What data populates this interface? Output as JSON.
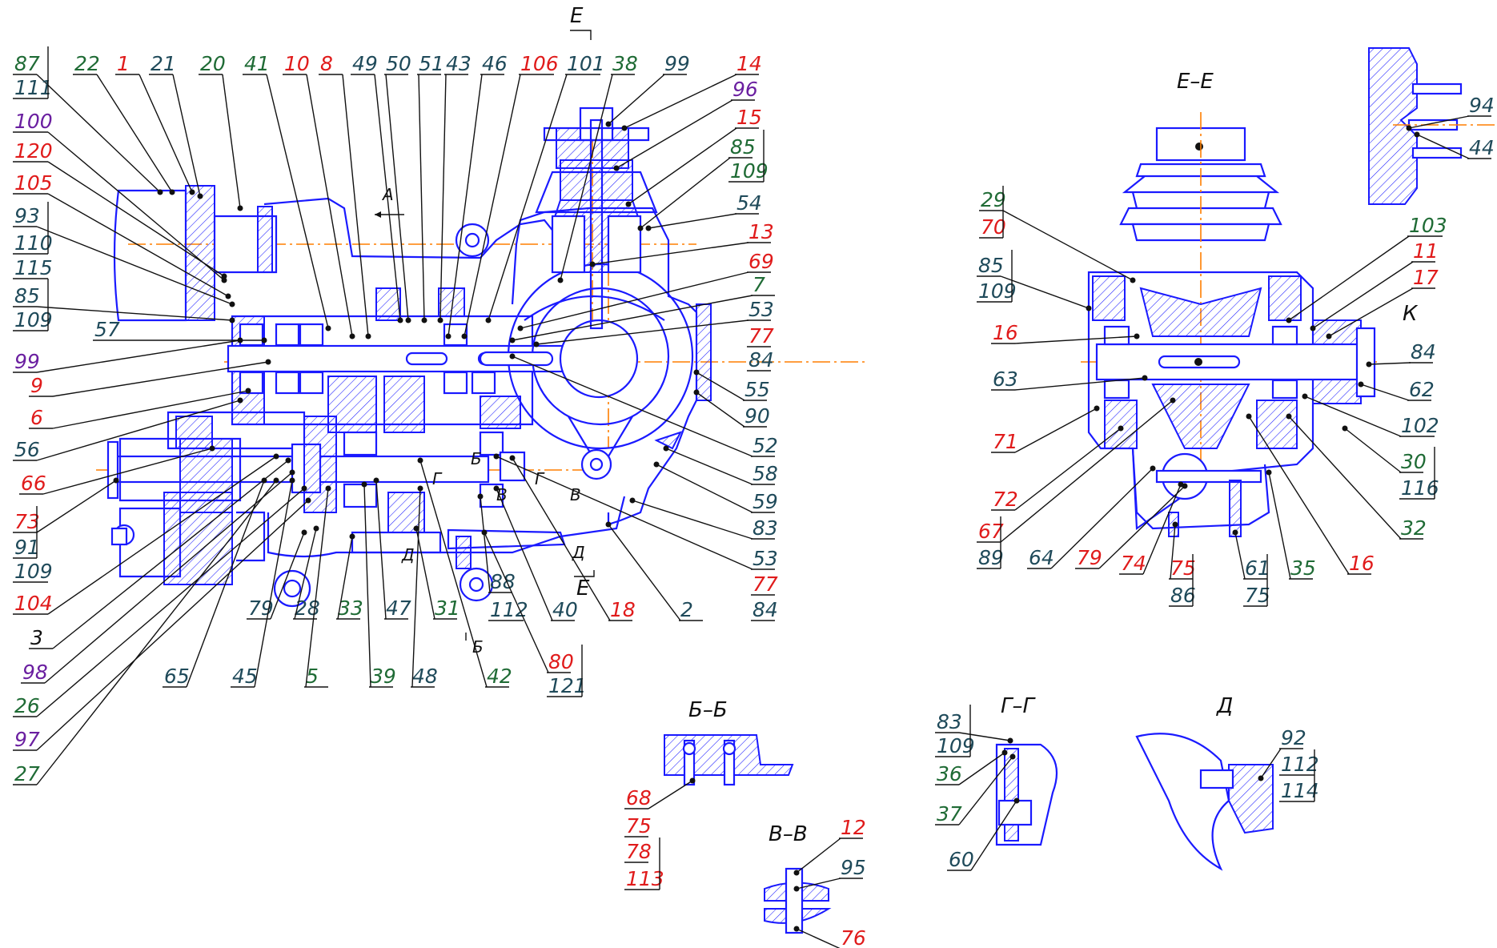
{
  "colors": {
    "outline": "#1a1aff",
    "axis": "#ff7f00",
    "leader": "#111111",
    "green": "#1f6b35",
    "red": "#e01b1b",
    "purple": "#6a1fa0",
    "dark": "#1f4a5a",
    "black": "#111111"
  },
  "section_titles": {
    "e_e": "Е–Е",
    "b_b": "Б–Б",
    "v_v": "В–В",
    "g_g": "Г–Г",
    "d": "Д",
    "k": "К"
  },
  "view_markers": {
    "arrow_a": "А",
    "e_top": "Е",
    "e_bottom": "Е",
    "b_top": "Б",
    "b_bottom": "Б",
    "g_left": "Г",
    "g_right": "Г",
    "v_left": "В",
    "v_right": "В",
    "d_left": "Д",
    "d_right": "Д"
  },
  "callouts": [
    {
      "id": "87",
      "text": "87",
      "color": "green"
    },
    {
      "id": "111",
      "text": "111",
      "color": "dark"
    },
    {
      "id": "22",
      "text": "22",
      "color": "green"
    },
    {
      "id": "1",
      "text": "1",
      "color": "red"
    },
    {
      "id": "21",
      "text": "21",
      "color": "dark"
    },
    {
      "id": "20",
      "text": "20",
      "color": "green"
    },
    {
      "id": "41",
      "text": "41",
      "color": "green"
    },
    {
      "id": "10",
      "text": "10",
      "color": "red"
    },
    {
      "id": "8",
      "text": "8",
      "color": "red"
    },
    {
      "id": "49",
      "text": "49",
      "color": "dark"
    },
    {
      "id": "50",
      "text": "50",
      "color": "dark"
    },
    {
      "id": "51",
      "text": "51",
      "color": "dark"
    },
    {
      "id": "43",
      "text": "43",
      "color": "dark"
    },
    {
      "id": "46",
      "text": "46",
      "color": "dark"
    },
    {
      "id": "106",
      "text": "106",
      "color": "red"
    },
    {
      "id": "101",
      "text": "101",
      "color": "dark"
    },
    {
      "id": "38",
      "text": "38",
      "color": "green"
    },
    {
      "id": "99a",
      "text": "99",
      "color": "dark"
    },
    {
      "id": "14",
      "text": "14",
      "color": "red"
    },
    {
      "id": "96",
      "text": "96",
      "color": "purple"
    },
    {
      "id": "15",
      "text": "15",
      "color": "red"
    },
    {
      "id": "85a",
      "text": "85",
      "color": "green"
    },
    {
      "id": "109a",
      "text": "109",
      "color": "green"
    },
    {
      "id": "54",
      "text": "54",
      "color": "dark"
    },
    {
      "id": "13",
      "text": "13",
      "color": "red"
    },
    {
      "id": "69",
      "text": "69",
      "color": "red"
    },
    {
      "id": "7",
      "text": "7",
      "color": "green"
    },
    {
      "id": "53a",
      "text": "53",
      "color": "dark"
    },
    {
      "id": "77a",
      "text": "77",
      "color": "red"
    },
    {
      "id": "84a",
      "text": "84",
      "color": "dark"
    },
    {
      "id": "55",
      "text": "55",
      "color": "dark"
    },
    {
      "id": "90",
      "text": "90",
      "color": "dark"
    },
    {
      "id": "52",
      "text": "52",
      "color": "dark"
    },
    {
      "id": "58",
      "text": "58",
      "color": "dark"
    },
    {
      "id": "59",
      "text": "59",
      "color": "dark"
    },
    {
      "id": "83a",
      "text": "83",
      "color": "dark"
    },
    {
      "id": "53b",
      "text": "53",
      "color": "dark"
    },
    {
      "id": "77b",
      "text": "77",
      "color": "red"
    },
    {
      "id": "84b",
      "text": "84",
      "color": "dark"
    },
    {
      "id": "2",
      "text": "2",
      "color": "dark"
    },
    {
      "id": "18",
      "text": "18",
      "color": "red"
    },
    {
      "id": "40",
      "text": "40",
      "color": "dark"
    },
    {
      "id": "112a",
      "text": "112",
      "color": "dark"
    },
    {
      "id": "88",
      "text": "88",
      "color": "dark"
    },
    {
      "id": "80",
      "text": "80",
      "color": "red"
    },
    {
      "id": "121",
      "text": "121",
      "color": "dark"
    },
    {
      "id": "42",
      "text": "42",
      "color": "green"
    },
    {
      "id": "48",
      "text": "48",
      "color": "dark"
    },
    {
      "id": "39",
      "text": "39",
      "color": "green"
    },
    {
      "id": "31",
      "text": "31",
      "color": "green"
    },
    {
      "id": "47",
      "text": "47",
      "color": "dark"
    },
    {
      "id": "33",
      "text": "33",
      "color": "green"
    },
    {
      "id": "28",
      "text": "28",
      "color": "dark"
    },
    {
      "id": "79a",
      "text": "79",
      "color": "dark"
    },
    {
      "id": "5",
      "text": "5",
      "color": "green"
    },
    {
      "id": "45",
      "text": "45",
      "color": "dark"
    },
    {
      "id": "65",
      "text": "65",
      "color": "dark"
    },
    {
      "id": "100",
      "text": "100",
      "color": "purple"
    },
    {
      "id": "120",
      "text": "120",
      "color": "red"
    },
    {
      "id": "105",
      "text": "105",
      "color": "red"
    },
    {
      "id": "93",
      "text": "93",
      "color": "dark"
    },
    {
      "id": "110",
      "text": "110",
      "color": "dark"
    },
    {
      "id": "115",
      "text": "115",
      "color": "dark"
    },
    {
      "id": "85b",
      "text": "85",
      "color": "dark"
    },
    {
      "id": "109b",
      "text": "109",
      "color": "dark"
    },
    {
      "id": "57",
      "text": "57",
      "color": "dark"
    },
    {
      "id": "99b",
      "text": "99",
      "color": "purple"
    },
    {
      "id": "9",
      "text": "9",
      "color": "red"
    },
    {
      "id": "6",
      "text": "6",
      "color": "red"
    },
    {
      "id": "56",
      "text": "56",
      "color": "dark"
    },
    {
      "id": "66",
      "text": "66",
      "color": "red"
    },
    {
      "id": "73",
      "text": "73",
      "color": "red"
    },
    {
      "id": "91",
      "text": "91",
      "color": "dark"
    },
    {
      "id": "109c",
      "text": "109",
      "color": "dark"
    },
    {
      "id": "104",
      "text": "104",
      "color": "red"
    },
    {
      "id": "3",
      "text": "3",
      "color": "black"
    },
    {
      "id": "98",
      "text": "98",
      "color": "purple"
    },
    {
      "id": "26",
      "text": "26",
      "color": "green"
    },
    {
      "id": "97",
      "text": "97",
      "color": "purple"
    },
    {
      "id": "27",
      "text": "27",
      "color": "green"
    },
    {
      "id": "29",
      "text": "29",
      "color": "green"
    },
    {
      "id": "70",
      "text": "70",
      "color": "red"
    },
    {
      "id": "85c",
      "text": "85",
      "color": "dark"
    },
    {
      "id": "109d",
      "text": "109",
      "color": "dark"
    },
    {
      "id": "16a",
      "text": "16",
      "color": "red"
    },
    {
      "id": "63",
      "text": "63",
      "color": "dark"
    },
    {
      "id": "71",
      "text": "71",
      "color": "red"
    },
    {
      "id": "72",
      "text": "72",
      "color": "red"
    },
    {
      "id": "67",
      "text": "67",
      "color": "red"
    },
    {
      "id": "89",
      "text": "89",
      "color": "dark"
    },
    {
      "id": "64",
      "text": "64",
      "color": "dark"
    },
    {
      "id": "79b",
      "text": "79",
      "color": "red"
    },
    {
      "id": "74",
      "text": "74",
      "color": "red"
    },
    {
      "id": "75a",
      "text": "75",
      "color": "red"
    },
    {
      "id": "86",
      "text": "86",
      "color": "dark"
    },
    {
      "id": "61",
      "text": "61",
      "color": "dark"
    },
    {
      "id": "75b",
      "text": "75",
      "color": "dark"
    },
    {
      "id": "35",
      "text": "35",
      "color": "green"
    },
    {
      "id": "16b",
      "text": "16",
      "color": "red"
    },
    {
      "id": "32",
      "text": "32",
      "color": "green"
    },
    {
      "id": "30",
      "text": "30",
      "color": "green"
    },
    {
      "id": "116",
      "text": "116",
      "color": "dark"
    },
    {
      "id": "102",
      "text": "102",
      "color": "dark"
    },
    {
      "id": "62",
      "text": "62",
      "color": "dark"
    },
    {
      "id": "84c",
      "text": "84",
      "color": "dark"
    },
    {
      "id": "17",
      "text": "17",
      "color": "red"
    },
    {
      "id": "11",
      "text": "11",
      "color": "red"
    },
    {
      "id": "103",
      "text": "103",
      "color": "green"
    },
    {
      "id": "94",
      "text": "94",
      "color": "dark"
    },
    {
      "id": "44",
      "text": "44",
      "color": "dark"
    },
    {
      "id": "68",
      "text": "68",
      "color": "red"
    },
    {
      "id": "75c",
      "text": "75",
      "color": "red"
    },
    {
      "id": "78",
      "text": "78",
      "color": "red"
    },
    {
      "id": "113",
      "text": "113",
      "color": "red"
    },
    {
      "id": "12",
      "text": "12",
      "color": "red"
    },
    {
      "id": "95",
      "text": "95",
      "color": "dark"
    },
    {
      "id": "76",
      "text": "76",
      "color": "red"
    },
    {
      "id": "83b",
      "text": "83",
      "color": "dark"
    },
    {
      "id": "109e",
      "text": "109",
      "color": "dark"
    },
    {
      "id": "36",
      "text": "36",
      "color": "green"
    },
    {
      "id": "37",
      "text": "37",
      "color": "green"
    },
    {
      "id": "60",
      "text": "60",
      "color": "dark"
    },
    {
      "id": "92",
      "text": "92",
      "color": "dark"
    },
    {
      "id": "112b",
      "text": "112",
      "color": "dark"
    },
    {
      "id": "114",
      "text": "114",
      "color": "dark"
    }
  ]
}
